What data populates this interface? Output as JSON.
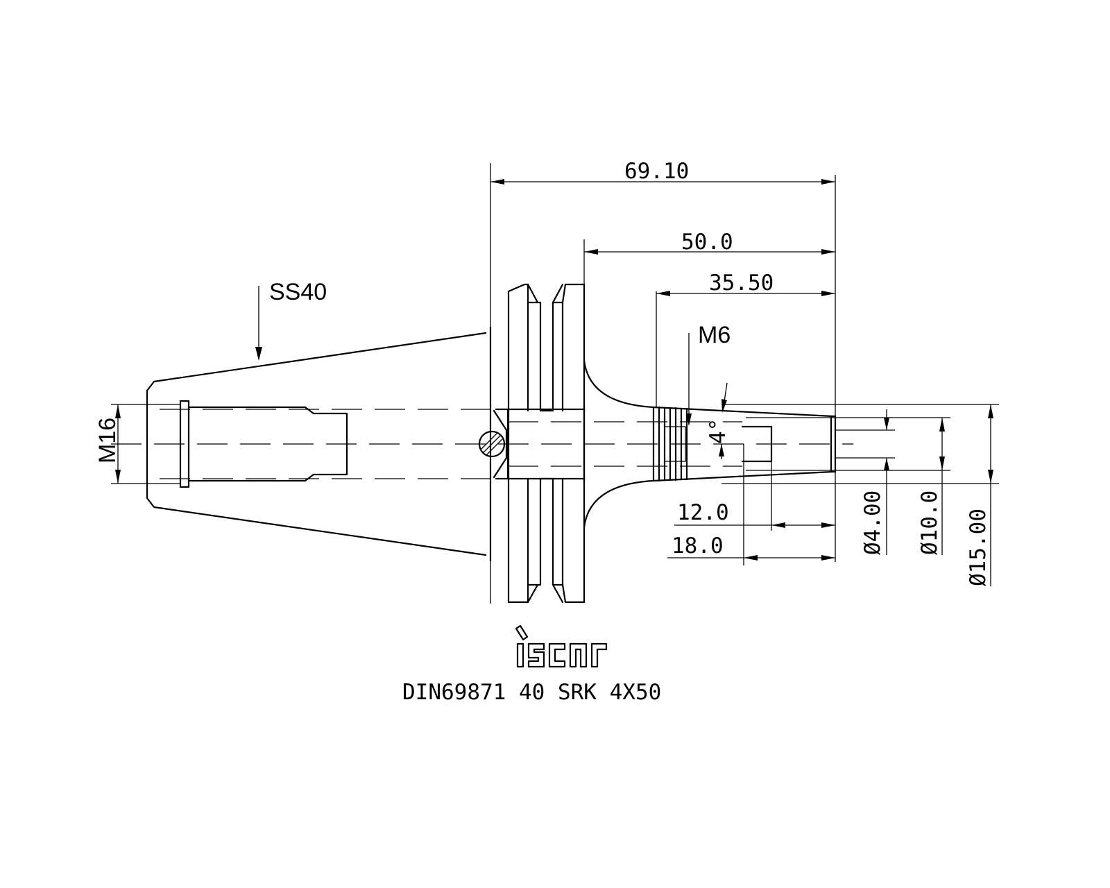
{
  "dimensions": {
    "overall_length": "69.10",
    "gauge_to_tip": "50.0",
    "nose_length": "35.50",
    "length_12": "12.0",
    "length_18": "18.0",
    "dia_4": "Ø4.00",
    "dia_10": "Ø10.0",
    "dia_15": "Ø15.00",
    "angle": "4°"
  },
  "labels": {
    "taper": "SS40",
    "thread_rear": "M16",
    "thread_front": "M6"
  },
  "logo": "iscar",
  "part_number": "DIN69871 40 SRK 4X50"
}
